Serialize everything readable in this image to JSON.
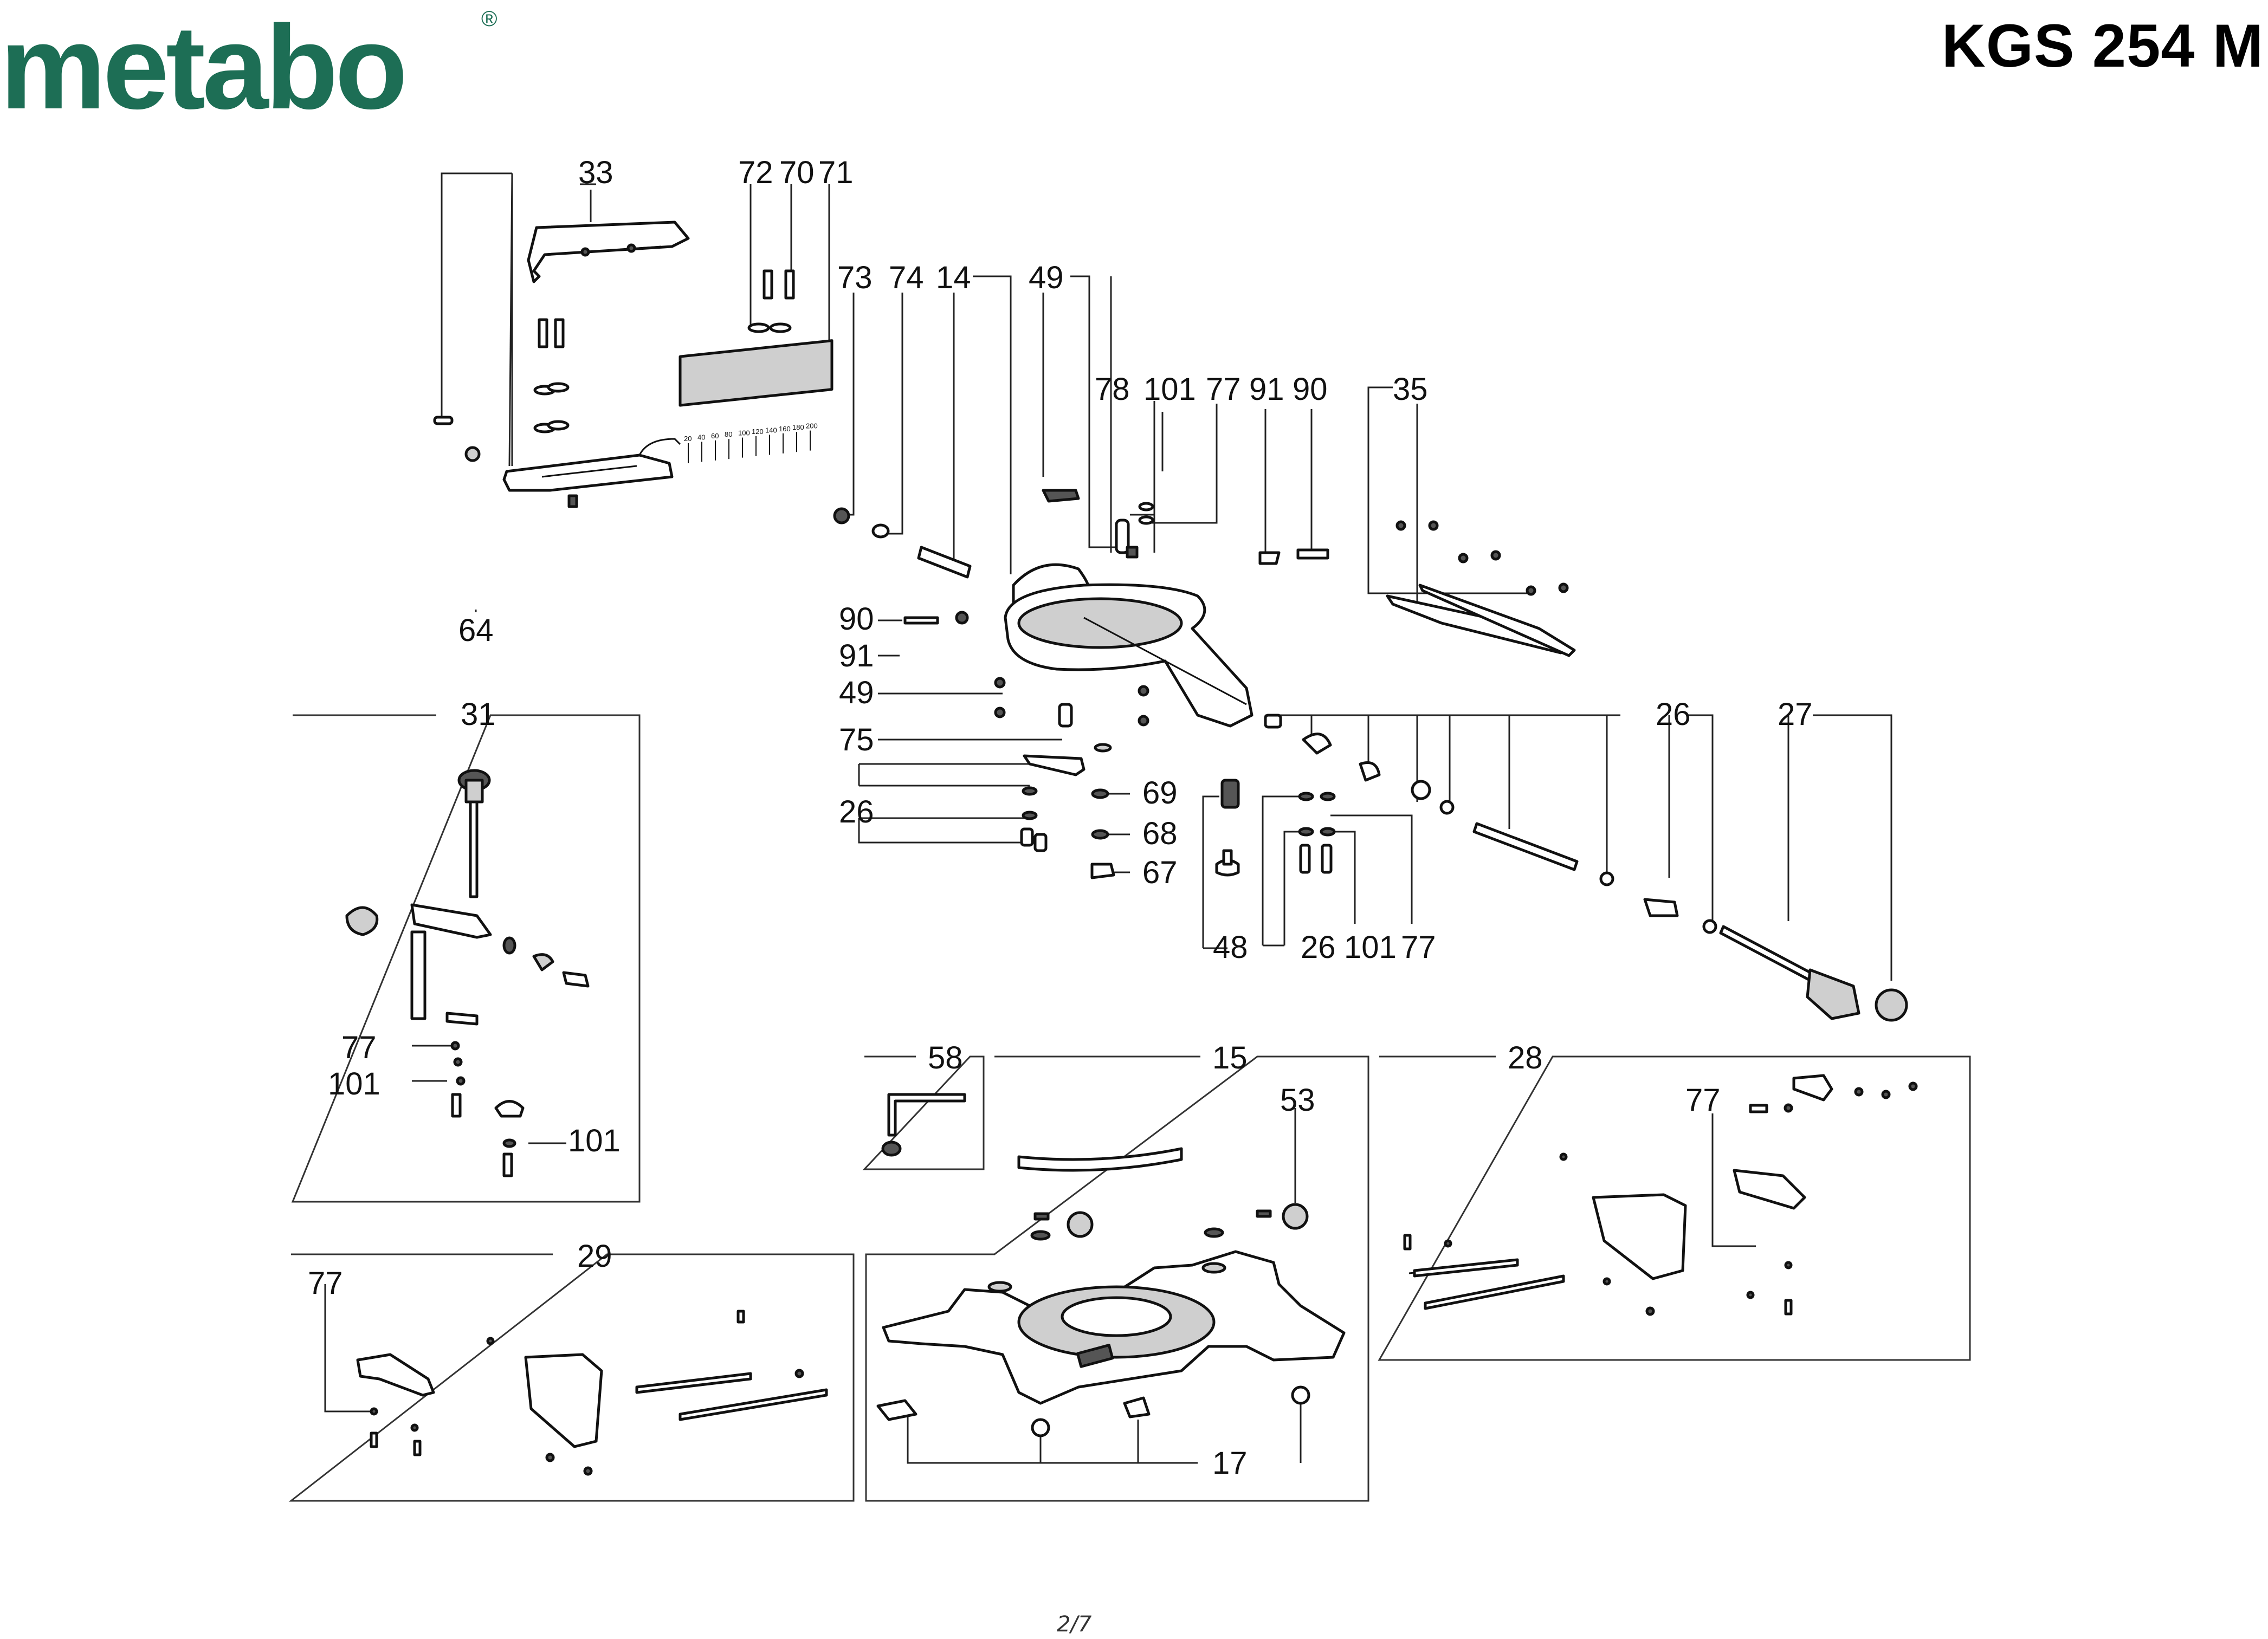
{
  "header": {
    "brand": "metabo",
    "registered": "®",
    "model": "KGS 254 M"
  },
  "footer": {
    "page": "2/7"
  },
  "callouts": [
    {
      "id": "c33",
      "label": "33"
    },
    {
      "id": "c72",
      "label": "72"
    },
    {
      "id": "c70",
      "label": "70"
    },
    {
      "id": "c71",
      "label": "71"
    },
    {
      "id": "c73",
      "label": "73"
    },
    {
      "id": "c74",
      "label": "74"
    },
    {
      "id": "c14",
      "label": "14"
    },
    {
      "id": "c49a",
      "label": "49"
    },
    {
      "id": "c78",
      "label": "78"
    },
    {
      "id": "c101a",
      "label": "101"
    },
    {
      "id": "c77a",
      "label": "77"
    },
    {
      "id": "c91a",
      "label": "91"
    },
    {
      "id": "c90a",
      "label": "90"
    },
    {
      "id": "c35",
      "label": "35"
    },
    {
      "id": "c64",
      "label": "64"
    },
    {
      "id": "c90b",
      "label": "90"
    },
    {
      "id": "c91b",
      "label": "91"
    },
    {
      "id": "c49b",
      "label": "49"
    },
    {
      "id": "c75",
      "label": "75"
    },
    {
      "id": "c26a",
      "label": "26"
    },
    {
      "id": "c69",
      "label": "69"
    },
    {
      "id": "c68",
      "label": "68"
    },
    {
      "id": "c67",
      "label": "67"
    },
    {
      "id": "c48",
      "label": "48"
    },
    {
      "id": "c26b",
      "label": "26"
    },
    {
      "id": "c101b",
      "label": "101"
    },
    {
      "id": "c77b",
      "label": "77"
    },
    {
      "id": "c26c",
      "label": "26"
    },
    {
      "id": "c27",
      "label": "27"
    },
    {
      "id": "c31",
      "label": "31"
    },
    {
      "id": "c77c",
      "label": "77"
    },
    {
      "id": "c101c",
      "label": "101"
    },
    {
      "id": "c101d",
      "label": "101"
    },
    {
      "id": "c58",
      "label": "58"
    },
    {
      "id": "c15",
      "label": "15"
    },
    {
      "id": "c53",
      "label": "53"
    },
    {
      "id": "c28",
      "label": "28"
    },
    {
      "id": "c77d",
      "label": "77"
    },
    {
      "id": "c29",
      "label": "29"
    },
    {
      "id": "c77e",
      "label": "77"
    },
    {
      "id": "c17",
      "label": "17"
    }
  ],
  "scale_ticks": [
    "20",
    "40",
    "60",
    "80",
    "100",
    "120",
    "140",
    "160",
    "180",
    "200"
  ]
}
